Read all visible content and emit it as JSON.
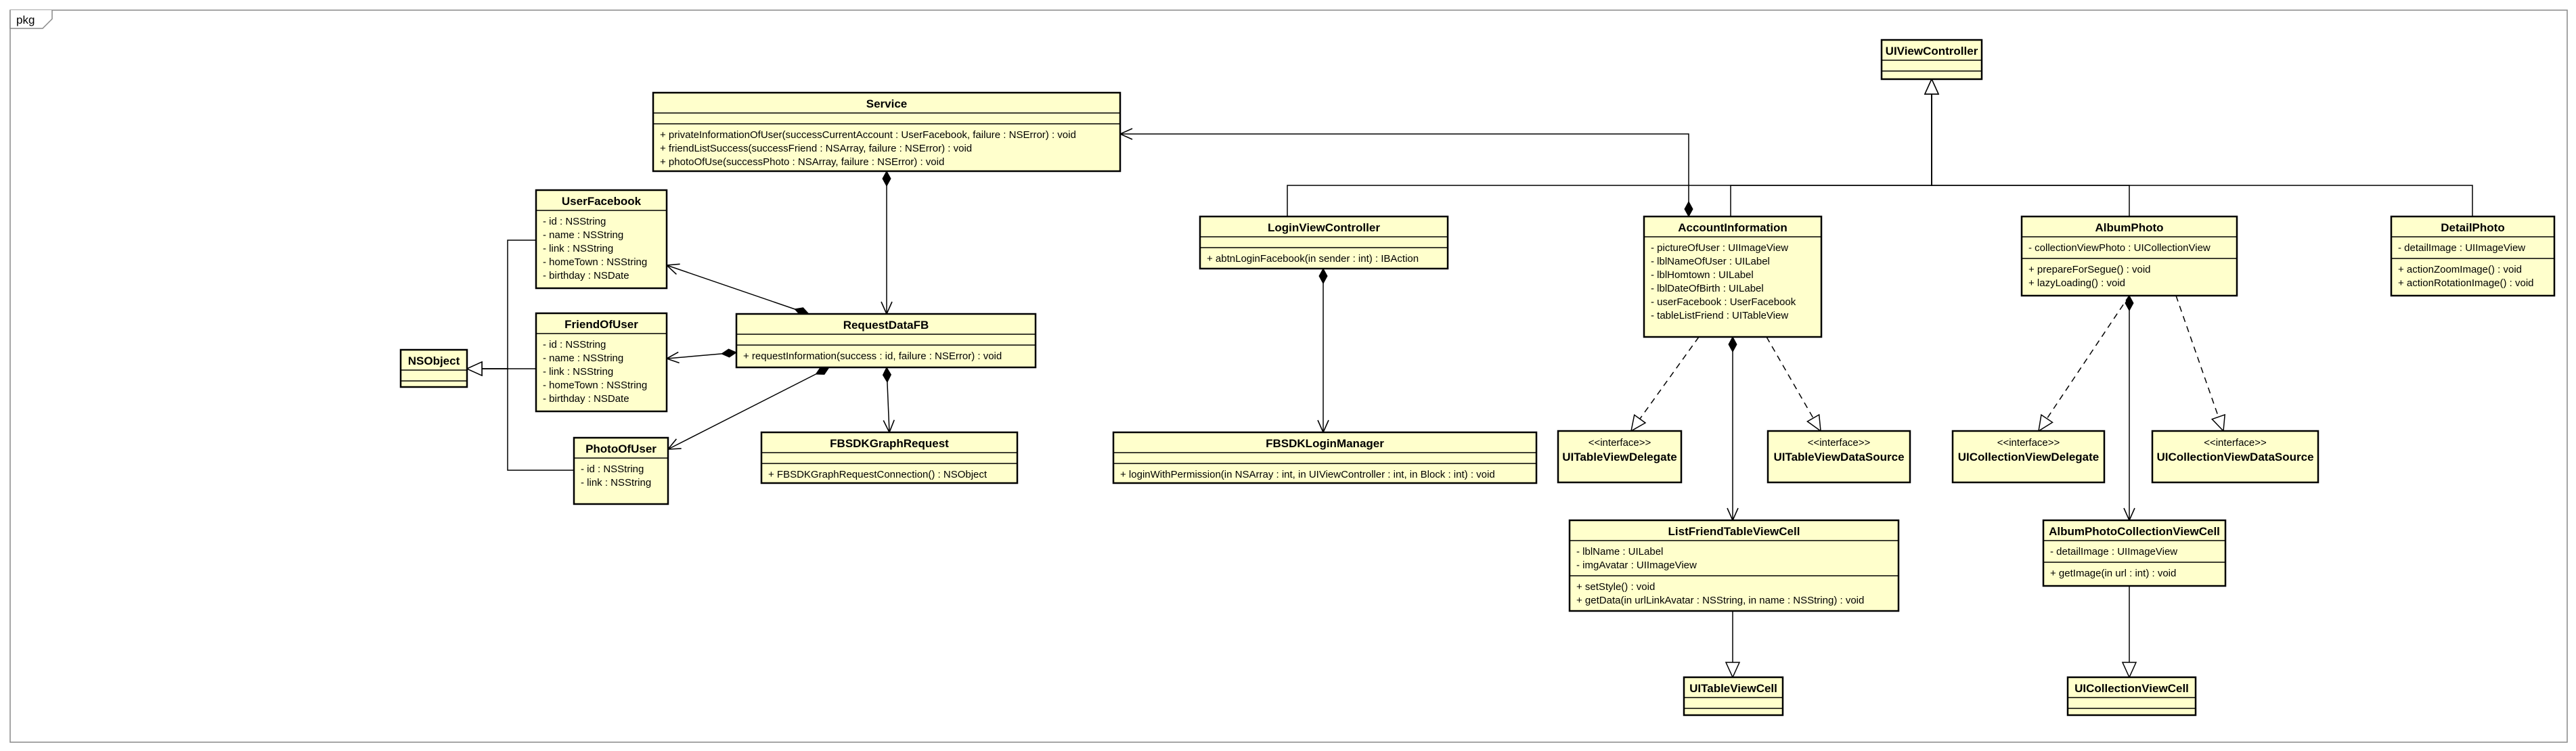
{
  "package": {
    "label": "pkg"
  },
  "classes": [
    {
      "id": "service",
      "name": "Service",
      "attributes": [],
      "operations": [
        "+ privateInformationOfUser(successCurrentAccount : UserFacebook, failure : NSError) : void",
        "+ friendListSuccess(successFriend : NSArray, failure : NSError) : void",
        "+ photoOfUse(successPhoto : NSArray, failure : NSError) : void"
      ]
    },
    {
      "id": "userfacebook",
      "name": "UserFacebook",
      "attributes": [
        "- id : NSString",
        "- name : NSString",
        "- link : NSString",
        "- homeTown : NSString",
        "- birthday : NSDate"
      ],
      "operations": []
    },
    {
      "id": "friendofuser",
      "name": "FriendOfUser",
      "attributes": [
        "- id : NSString",
        "- name : NSString",
        "- link : NSString",
        "- homeTown : NSString",
        "- birthday : NSDate"
      ],
      "operations": []
    },
    {
      "id": "photoofuser",
      "name": "PhotoOfUser",
      "attributes": [
        "- id : NSString",
        "- link : NSString"
      ],
      "operations": []
    },
    {
      "id": "nsobject",
      "name": "NSObject",
      "attributes": [],
      "operations": []
    },
    {
      "id": "requestdatafb",
      "name": "RequestDataFB",
      "attributes": [],
      "operations": [
        "+ requestInformation(success : id, failure : NSError) : void"
      ]
    },
    {
      "id": "fbsdkgraphrequest",
      "name": "FBSDKGraphRequest",
      "attributes": [],
      "operations": [
        "+ FBSDKGraphRequestConnection() : NSObject"
      ]
    },
    {
      "id": "uiviewcontroller",
      "name": "UIViewController",
      "attributes": [],
      "operations": []
    },
    {
      "id": "loginviewcontroller",
      "name": "LoginViewController",
      "attributes": [],
      "operations": [
        "+ abtnLoginFacebook(in sender : int) : IBAction"
      ]
    },
    {
      "id": "fbsdkloginmanager",
      "name": "FBSDKLoginManager",
      "attributes": [],
      "operations": [
        "+ loginWithPermission(in NSArray : int, in UIViewController : int, in Block : int) : void"
      ]
    },
    {
      "id": "accountinformation",
      "name": "AccountInformation",
      "attributes": [
        "- pictureOfUser : UIImageView",
        "- lblNameOfUser : UILabel",
        "- lblHomtown : UILabel",
        "- lblDateOfBirth : UILabel",
        "- userFacebook : UserFacebook",
        "- tableListFriend : UITableView"
      ],
      "operations": []
    },
    {
      "id": "uitableviewdelegate",
      "name": "UITableViewDelegate",
      "stereotype": "<<interface>>",
      "attributes": [],
      "operations": []
    },
    {
      "id": "uitableviewdatasource",
      "name": "UITableViewDataSource",
      "stereotype": "<<interface>>",
      "attributes": [],
      "operations": []
    },
    {
      "id": "listfriendtableviewcell",
      "name": "ListFriendTableViewCell",
      "attributes": [
        "- lblName : UILabel",
        "- imgAvatar : UIImageView"
      ],
      "operations": [
        "+ setStyle() : void",
        "+ getData(in urlLinkAvatar : NSString, in name : NSString) : void"
      ]
    },
    {
      "id": "uitableviewcell",
      "name": "UITableViewCell",
      "attributes": [],
      "operations": []
    },
    {
      "id": "albumphoto",
      "name": "AlbumPhoto",
      "attributes": [
        "- collectionViewPhoto : UICollectionView"
      ],
      "operations": [
        "+ prepareForSegue() : void",
        "+ lazyLoading() : void"
      ]
    },
    {
      "id": "uicollectionviewdelegate",
      "name": "UICollectionViewDelegate",
      "stereotype": "<<interface>>",
      "attributes": [],
      "operations": []
    },
    {
      "id": "uicollectionviewdatasource",
      "name": "UICollectionViewDataSource",
      "stereotype": "<<interface>>",
      "attributes": [],
      "operations": []
    },
    {
      "id": "albumphotocollectionviewcell",
      "name": "AlbumPhotoCollectionViewCell",
      "attributes": [
        "- detailImage : UIImageView"
      ],
      "operations": [
        "+ getImage(in url : int) : void"
      ]
    },
    {
      "id": "uicollectionviewcell",
      "name": "UICollectionViewCell",
      "attributes": [],
      "operations": []
    },
    {
      "id": "detailphoto",
      "name": "DetailPhoto",
      "attributes": [
        "- detailImage : UIImageView"
      ],
      "operations": [
        "+ actionZoomImage() : void",
        "+ actionRotationImage() : void"
      ]
    }
  ],
  "relations": [
    {
      "kind": "composition",
      "from": "service",
      "to": "requestdatafb"
    },
    {
      "kind": "composition",
      "from": "accountinformation",
      "to": "service"
    },
    {
      "kind": "composition",
      "from": "requestdatafb",
      "to": "userfacebook"
    },
    {
      "kind": "composition",
      "from": "requestdatafb",
      "to": "friendofuser"
    },
    {
      "kind": "composition",
      "from": "requestdatafb",
      "to": "photoofuser"
    },
    {
      "kind": "composition",
      "from": "requestdatafb",
      "to": "fbsdkgraphrequest"
    },
    {
      "kind": "generalization",
      "from": "userfacebook",
      "to": "nsobject"
    },
    {
      "kind": "generalization",
      "from": "friendofuser",
      "to": "nsobject"
    },
    {
      "kind": "generalization",
      "from": "photoofuser",
      "to": "nsobject"
    },
    {
      "kind": "generalization",
      "from": "loginviewcontroller",
      "to": "uiviewcontroller"
    },
    {
      "kind": "generalization",
      "from": "accountinformation",
      "to": "uiviewcontroller"
    },
    {
      "kind": "generalization",
      "from": "albumphoto",
      "to": "uiviewcontroller"
    },
    {
      "kind": "generalization",
      "from": "detailphoto",
      "to": "uiviewcontroller"
    },
    {
      "kind": "composition",
      "from": "loginviewcontroller",
      "to": "fbsdkloginmanager"
    },
    {
      "kind": "realization",
      "from": "accountinformation",
      "to": "uitableviewdelegate"
    },
    {
      "kind": "realization",
      "from": "accountinformation",
      "to": "uitableviewdatasource"
    },
    {
      "kind": "composition",
      "from": "accountinformation",
      "to": "listfriendtableviewcell"
    },
    {
      "kind": "generalization",
      "from": "listfriendtableviewcell",
      "to": "uitableviewcell"
    },
    {
      "kind": "realization",
      "from": "albumphoto",
      "to": "uicollectionviewdelegate"
    },
    {
      "kind": "realization",
      "from": "albumphoto",
      "to": "uicollectionviewdatasource"
    },
    {
      "kind": "composition",
      "from": "albumphoto",
      "to": "albumphotocollectionviewcell"
    },
    {
      "kind": "generalization",
      "from": "albumphotocollectionviewcell",
      "to": "uicollectionviewcell"
    }
  ],
  "colors": {
    "class_fill": "#ffffcc",
    "class_stroke": "#000000",
    "frame_stroke": "#888888",
    "line": "#000000"
  }
}
